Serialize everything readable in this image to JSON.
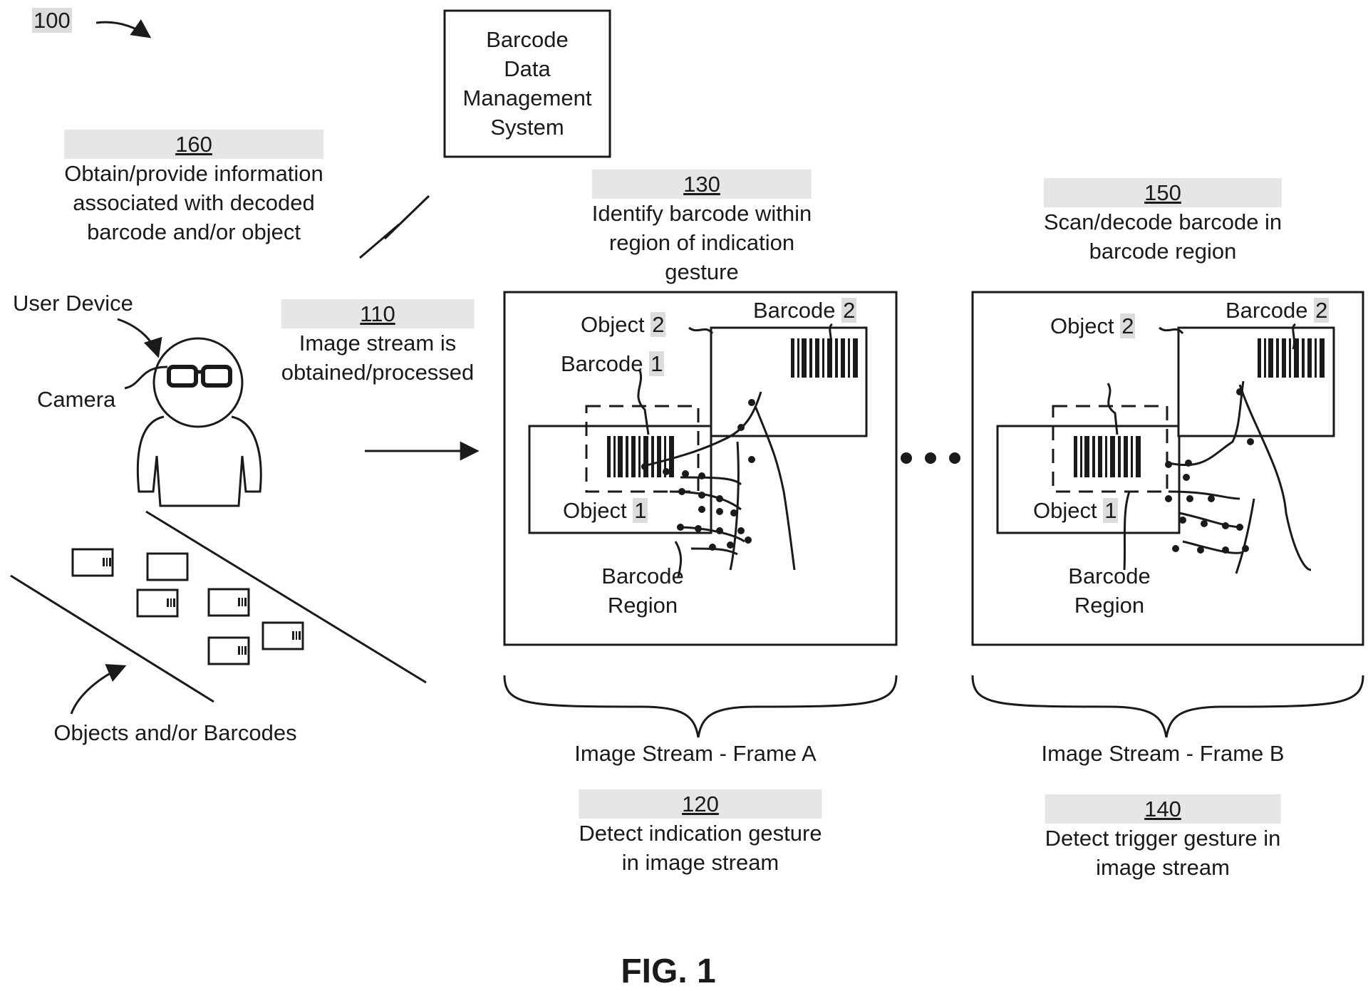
{
  "figure_ref": "100",
  "fig_caption": "FIG. 1",
  "system_box": {
    "lines": [
      "Barcode",
      "Data",
      "Management",
      "System"
    ]
  },
  "step_160": {
    "ref": "160",
    "lines": [
      "Obtain/provide information",
      "associated with decoded",
      "barcode and/or object"
    ]
  },
  "step_110": {
    "ref": "110",
    "lines": [
      "Image stream is",
      "obtained/processed"
    ]
  },
  "step_130": {
    "ref": "130",
    "lines": [
      "Identify barcode within",
      "region of indication",
      "gesture"
    ]
  },
  "step_150": {
    "ref": "150",
    "lines": [
      "Scan/decode barcode in",
      "barcode region"
    ]
  },
  "step_120": {
    "ref": "120",
    "lines": [
      "Detect indication gesture",
      "in image stream"
    ]
  },
  "step_140": {
    "ref": "140",
    "lines": [
      "Detect trigger gesture in",
      "image stream"
    ]
  },
  "user_device_label": "User Device",
  "camera_label": "Camera",
  "objects_label": "Objects and/or Barcodes",
  "frame_a": {
    "caption": "Image Stream - Frame A",
    "object1": {
      "text": "Object",
      "num": "1"
    },
    "object2": {
      "text": "Object",
      "num": "2"
    },
    "barcode1": {
      "text": "Barcode",
      "num": "1"
    },
    "barcode2": {
      "text": "Barcode",
      "num": "2"
    },
    "region_lines": [
      "Barcode",
      "Region"
    ]
  },
  "frame_b": {
    "caption": "Image Stream - Frame B",
    "object1": {
      "text": "Object",
      "num": "1"
    },
    "object2": {
      "text": "Object",
      "num": "2"
    },
    "barcode2": {
      "text": "Barcode",
      "num": "2"
    },
    "region_lines": [
      "Barcode",
      "Region"
    ]
  }
}
